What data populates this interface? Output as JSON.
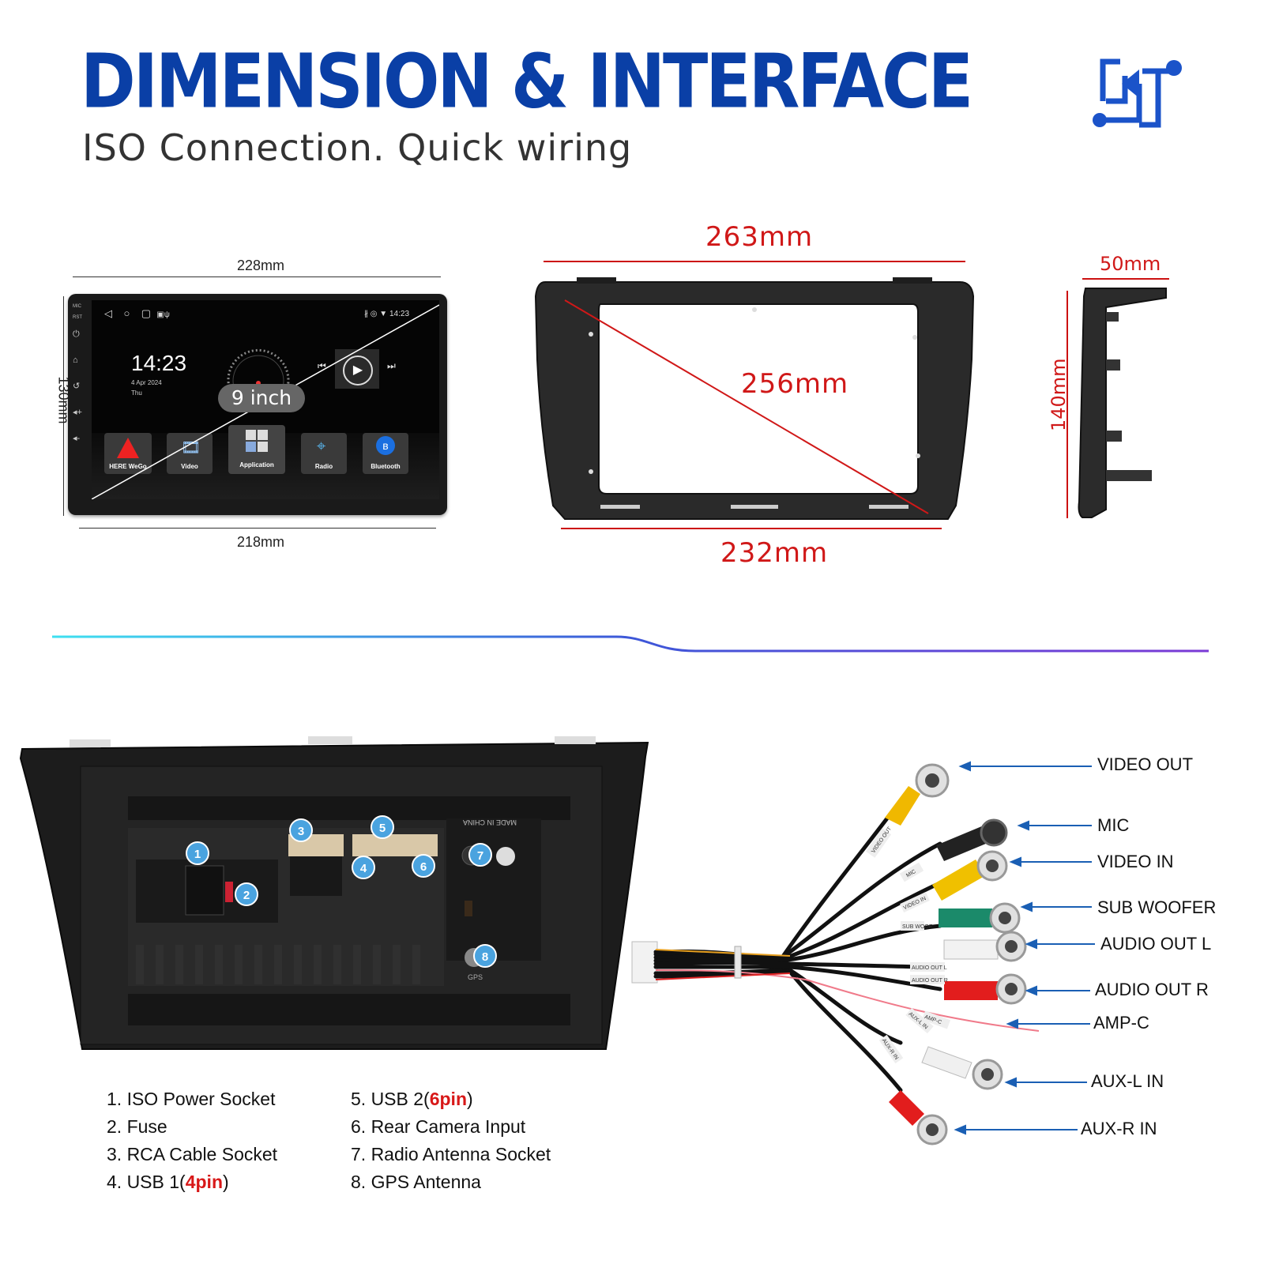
{
  "header": {
    "title": "DIMENSION & INTERFACE",
    "subtitle": "ISO Connection. Quick wiring",
    "icon": "cable-connection-icon",
    "accent_color": "#0a3fa6"
  },
  "head_unit": {
    "width_top": "228mm",
    "width_bottom": "218mm",
    "height": "130mm",
    "screen_label": "9 inch",
    "clock": "14:23",
    "status_time": "14:23",
    "date": "4 Apr 2024",
    "day": "Thu",
    "apps": [
      "HERE WeGo",
      "Video",
      "Application",
      "Radio",
      "Bluetooth"
    ],
    "side_labels": [
      "MIC",
      "RST"
    ]
  },
  "frame": {
    "width_top": "263mm",
    "width_bottom": "232mm",
    "diagonal": "256mm"
  },
  "side_view": {
    "depth": "50mm",
    "height": "140mm"
  },
  "back_panel": {
    "markings": [
      "MADE IN CHINA",
      "GPS"
    ],
    "markers": [
      "1",
      "2",
      "3",
      "4",
      "5",
      "6",
      "7",
      "8"
    ]
  },
  "legend": {
    "left": [
      {
        "text": "1. ISO Power Socket",
        "highlight": "",
        "suffix": ""
      },
      {
        "text": "2. Fuse",
        "highlight": "",
        "suffix": ""
      },
      {
        "text": "3. RCA Cable Socket",
        "highlight": "",
        "suffix": ""
      },
      {
        "text": "4. USB 1(",
        "highlight": "4pin",
        "suffix": ")"
      }
    ],
    "right": [
      {
        "text": "5. USB 2(",
        "highlight": "6pin",
        "suffix": ")"
      },
      {
        "text": "6. Rear Camera Input",
        "highlight": "",
        "suffix": ""
      },
      {
        "text": "7. Radio Antenna Socket",
        "highlight": "",
        "suffix": ""
      },
      {
        "text": "8. GPS Antenna",
        "highlight": "",
        "suffix": ""
      }
    ]
  },
  "rca_cable": {
    "labels": [
      "VIDEO OUT",
      "MIC",
      "VIDEO IN",
      "SUB WOOFER",
      "AUDIO OUT L",
      "AUDIO OUT R",
      "AMP-C",
      "AUX-L IN",
      "AUX-R IN"
    ],
    "tags": [
      "VIDEO OUT",
      "MIC",
      "VIDEO IN",
      "SUB WOOF",
      "AUDIO OUT L",
      "AUDIO OUT R",
      "AMP-C",
      "AUX-L IN",
      "AUX-R IN"
    ]
  }
}
